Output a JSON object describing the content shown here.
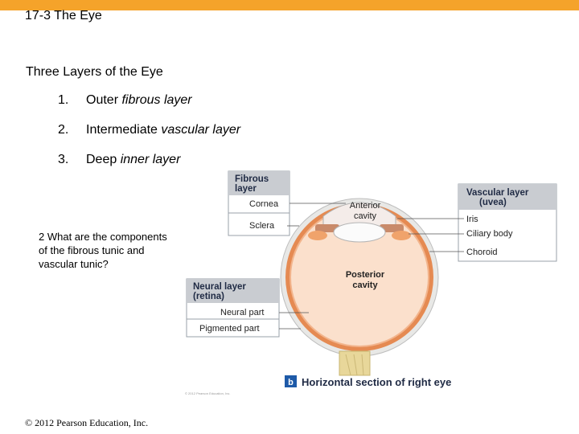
{
  "slide": {
    "title": "17-3 The Eye",
    "subhead": "Three Layers of the Eye",
    "list": [
      {
        "num": "1.",
        "text": "Outer ",
        "em": "fibrous layer"
      },
      {
        "num": "2.",
        "text": "Intermediate ",
        "em": "vascular layer"
      },
      {
        "num": "3.",
        "text": "Deep ",
        "em": "inner layer"
      }
    ],
    "question": "2 What are the components of the fibrous tunic and vascular tunic?",
    "copyright": "© 2012 Pearson Education, Inc."
  },
  "figure": {
    "fibrous_header": [
      "Fibrous",
      "layer"
    ],
    "fibrous_items": [
      "Cornea",
      "Sclera"
    ],
    "vascular_header": [
      "Vascular layer",
      "(uvea)"
    ],
    "vascular_items": [
      "Iris",
      "Ciliary body",
      "Choroid"
    ],
    "neural_header": [
      "Neural layer",
      "(retina)"
    ],
    "neural_items": [
      "Neural part",
      "Pigmented part"
    ],
    "anterior_cavity": [
      "Anterior",
      "cavity"
    ],
    "posterior_cavity": [
      "Posterior",
      "cavity"
    ],
    "caption_letter": "b",
    "caption": "Horizontal section of right eye",
    "credit": "© 2012 Pearson Education, Inc."
  },
  "colors": {
    "top_bar": "#f5a32a",
    "label_box_header": "#c9ccd1",
    "label_box_border": "#9aa0a8",
    "eye_interior": "#fbe0cc",
    "choroid": "#e58a52",
    "sclera": "#e8e8e6",
    "optic_nerve": "#e8d79a",
    "caption_badge": "#1e5aa8"
  }
}
